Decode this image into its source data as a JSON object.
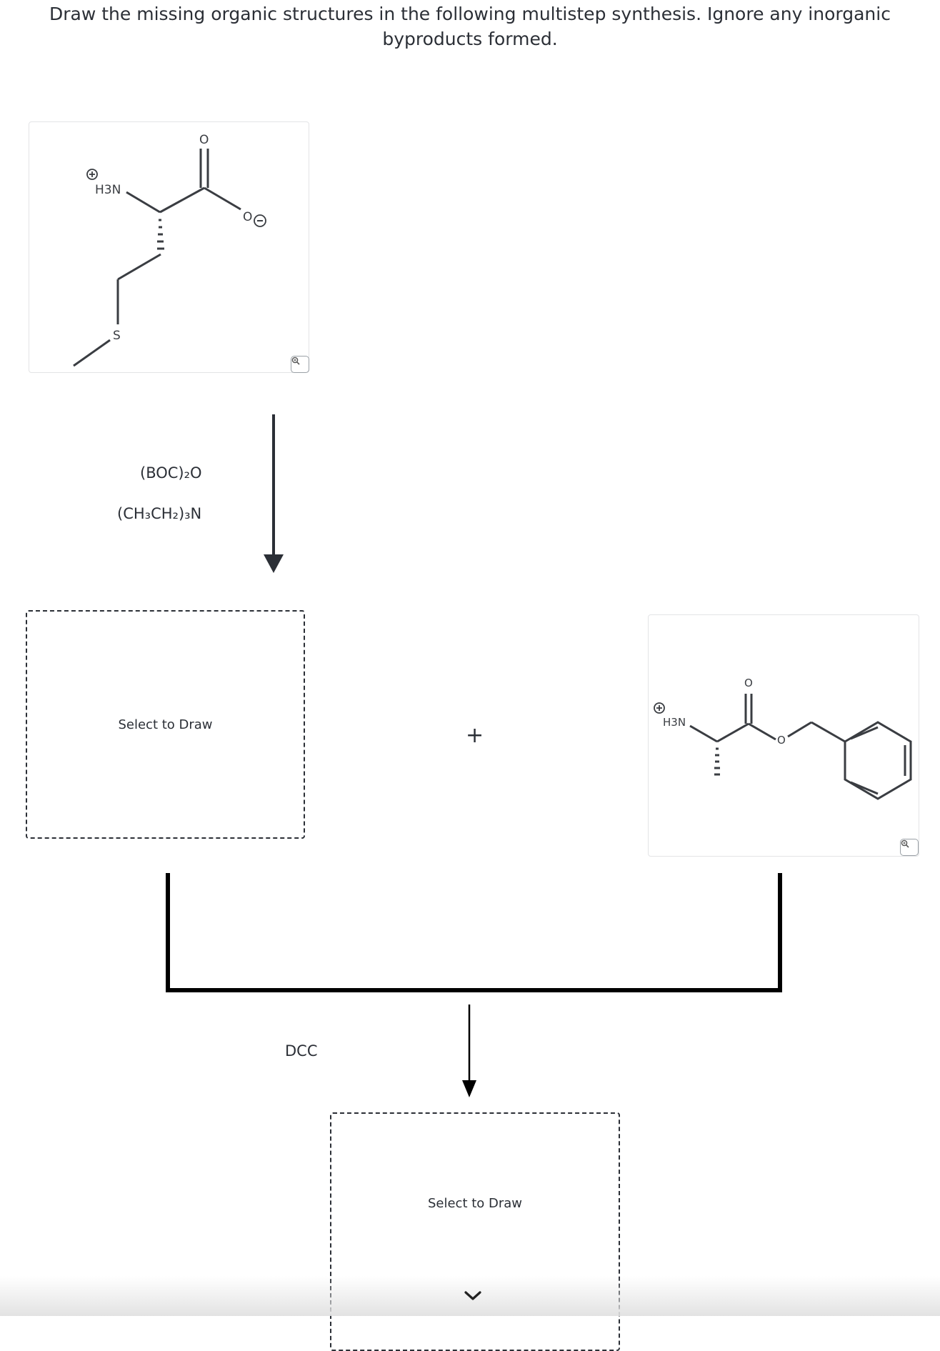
{
  "question": {
    "prompt": "Draw the missing organic structures in the following multistep synthesis. Ignore any inorganic byproducts formed."
  },
  "molecule_1": {
    "atoms": {
      "amine": "H3N",
      "carbonyl_o": "O",
      "ester_o": "O",
      "sulfur": "S"
    },
    "zoom_icon": "magnifier-icon"
  },
  "step_1": {
    "reagent_1": "(BOC)₂O",
    "reagent_2": "(CH₃CH₂)₃N"
  },
  "draw_box_1": {
    "label": "Select to Draw"
  },
  "plus_sign": "+",
  "molecule_2": {
    "atoms": {
      "amine": "H3N",
      "carbonyl_o": "O",
      "ester_o": "O"
    },
    "zoom_icon": "magnifier-icon"
  },
  "step_2": {
    "reagent": "DCC"
  },
  "draw_box_2": {
    "label": "Select to Draw"
  },
  "scroll_icon": "chevron-down-icon",
  "colors": {
    "text": "#2b2f36",
    "bond": "#3a3d42",
    "border": "#e3e4e6",
    "arrow": "#000000"
  }
}
